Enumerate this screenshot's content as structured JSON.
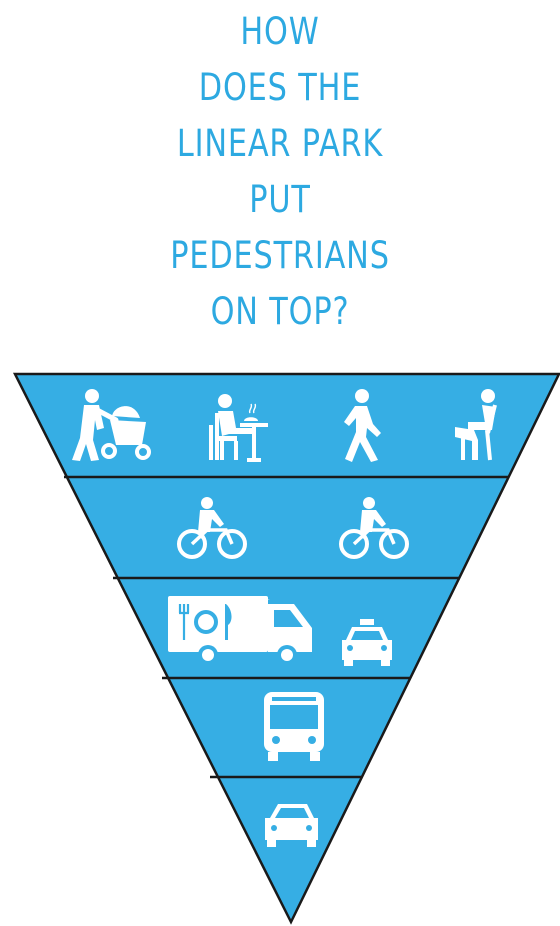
{
  "title_lines": [
    "HOW",
    "DOES THE",
    "LINEAR PARK",
    "PUT",
    "PEDESTRIANS",
    "ON TOP?"
  ],
  "colors": {
    "title": "#2da9e1",
    "pyramid_fill": "#36aee4",
    "divider": "#1a1a1a",
    "icon": "#ffffff"
  },
  "tiers": [
    {
      "name": "pedestrians",
      "icons": [
        "person-pushing-stroller-icon",
        "person-dining-icon",
        "person-walking-icon",
        "person-sitting-icon"
      ]
    },
    {
      "name": "cyclists",
      "icons": [
        "cyclist-icon",
        "cyclist-icon"
      ]
    },
    {
      "name": "commercial-vehicles",
      "icons": [
        "food-truck-icon",
        "taxi-icon"
      ]
    },
    {
      "name": "transit",
      "icons": [
        "bus-icon"
      ]
    },
    {
      "name": "private-cars",
      "icons": [
        "car-icon"
      ]
    }
  ]
}
